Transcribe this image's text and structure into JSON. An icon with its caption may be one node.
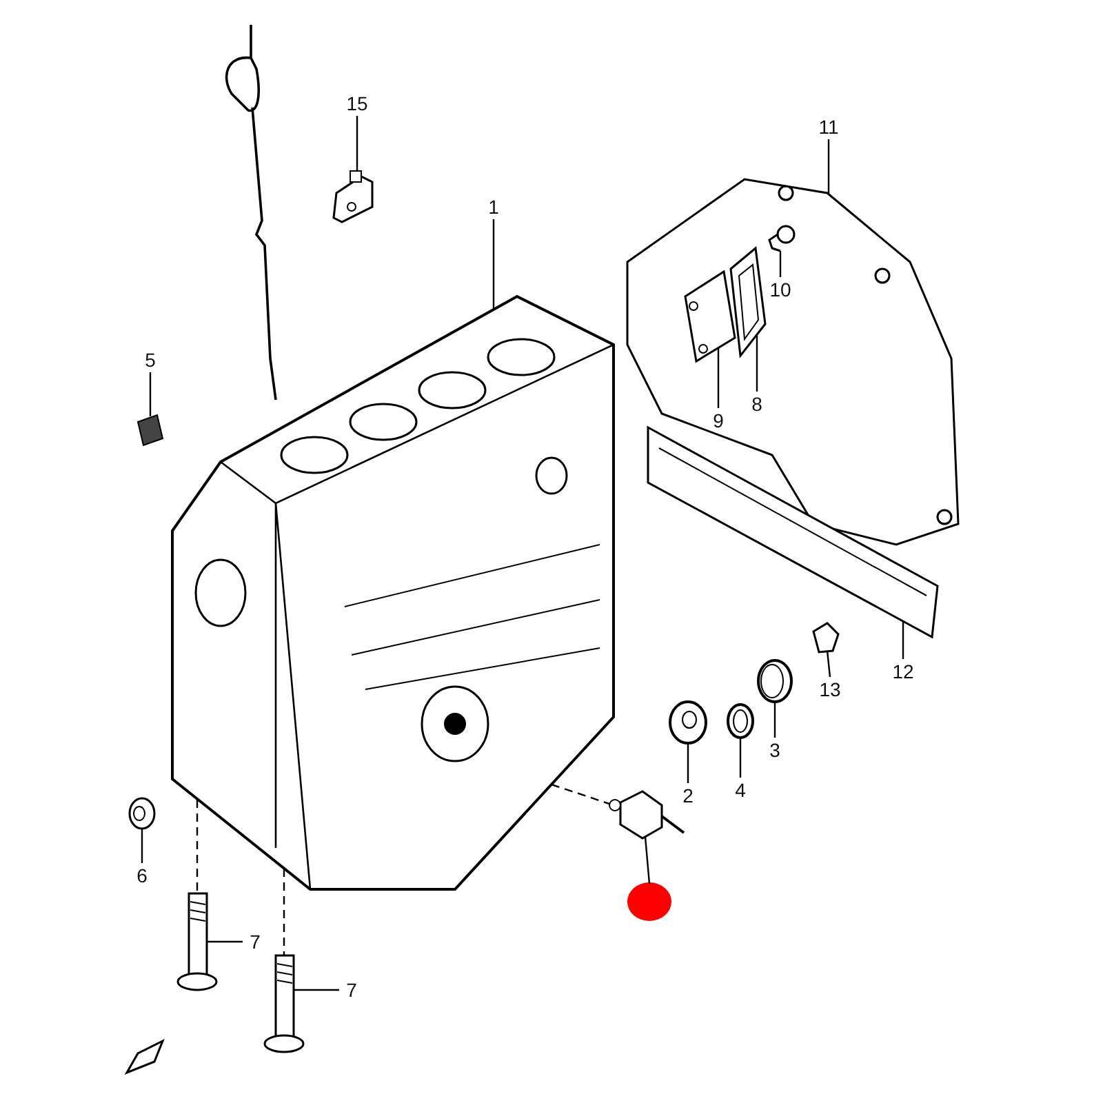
{
  "diagram": {
    "nodes": [
      {
        "text": [
          "15"
        ]
      },
      {
        "text": [
          "1"
        ]
      },
      {
        "text": [
          "11"
        ]
      },
      {
        "text": [
          "10"
        ],
        "in": 18
      },
      {
        "text": [
          "5"
        ]
      },
      {
        "text": [
          "9"
        ],
        "in": 18
      },
      {
        "text": [
          "8"
        ],
        "in": 18
      },
      {
        "text": [
          "12"
        ]
      },
      {
        "text": [
          "13"
        ]
      },
      {
        "text": [
          "3"
        ]
      },
      {
        "text": [
          "2"
        ]
      },
      {
        "text": [
          "4"
        ]
      },
      {
        "text": [
          "6"
        ]
      },
      {
        "text": [
          "7"
        ]
      },
      {
        "text": [
          "7"
        ]
      },
      {
        "text": [],
        "shape": "circle"
      },
      {
        "text": [],
        "shape": "picture"
      },
      {
        "text": [],
        "shape": "picture"
      },
      {
        "text": [],
        "shape": "picture"
      },
      {
        "text": [],
        "shape": "picture",
        "in": 18
      },
      {
        "text": [],
        "shape": "picture"
      },
      {
        "text": [],
        "shape": "picture",
        "in": 18
      },
      {
        "text": [],
        "shape": "picture",
        "in": 18
      },
      {
        "text": [],
        "shape": "picture"
      },
      {
        "text": [],
        "shape": "picture"
      },
      {
        "text": [],
        "shape": "picture"
      },
      {
        "text": [],
        "shape": "picture"
      },
      {
        "text": [],
        "shape": "picture"
      },
      {
        "text": [],
        "shape": "picture"
      },
      {
        "text": [],
        "shape": "picture"
      },
      {
        "text": [],
        "shape": "picture"
      },
      {
        "text": [],
        "shape": "picture"
      }
    ],
    "edges": [
      {
        "from": 0,
        "to": 16,
        "arrow": "none"
      },
      {
        "from": 1,
        "to": 17,
        "arrow": "none"
      },
      {
        "from": 2,
        "to": 18,
        "arrow": "none"
      },
      {
        "from": 3,
        "to": 19,
        "arrow": "none"
      },
      {
        "from": 4,
        "to": 20,
        "arrow": "none"
      },
      {
        "from": 5,
        "to": 21,
        "arrow": "none"
      },
      {
        "from": 6,
        "to": 22,
        "arrow": "none"
      },
      {
        "from": 7,
        "to": 23,
        "arrow": "none"
      },
      {
        "from": 8,
        "to": 24,
        "arrow": "none"
      },
      {
        "from": 9,
        "to": 25,
        "arrow": "none"
      },
      {
        "from": 10,
        "to": 26,
        "arrow": "none"
      },
      {
        "from": 11,
        "to": 27,
        "arrow": "none"
      },
      {
        "from": 12,
        "to": 28,
        "arrow": "none"
      },
      {
        "from": 13,
        "to": 29,
        "arrow": "none"
      },
      {
        "from": 14,
        "to": 30,
        "arrow": "none"
      },
      {
        "from": 15,
        "to": 31,
        "arrow": "none"
      },
      {
        "from": 17,
        "to": 29,
        "arrow": "none",
        "style": "dashed"
      },
      {
        "from": 17,
        "to": 30,
        "arrow": "none",
        "style": "dashed"
      },
      {
        "from": 17,
        "to": 31,
        "arrow": "none",
        "style": "dashed"
      }
    ]
  }
}
